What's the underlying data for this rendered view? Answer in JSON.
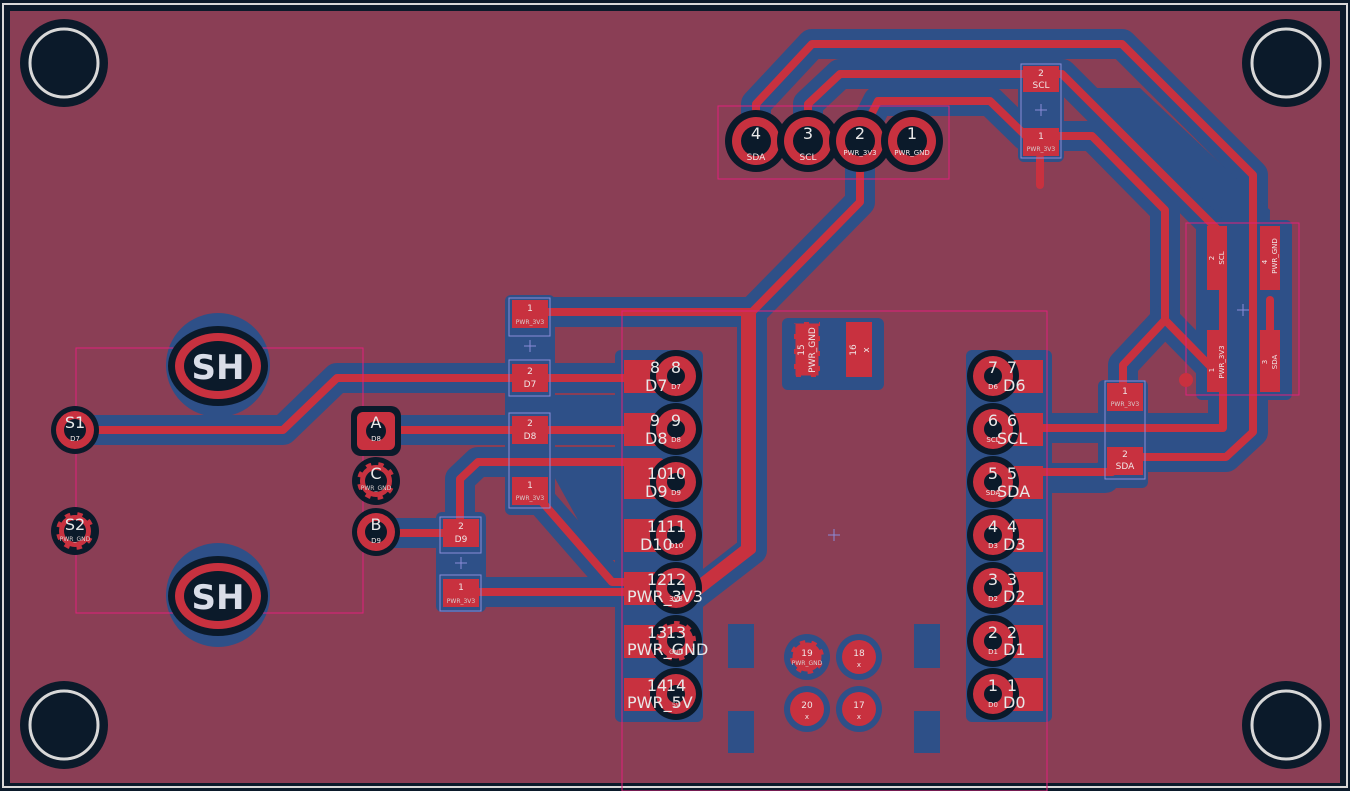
{
  "colors": {
    "board": "#8a3e55",
    "copper": "#c8313f",
    "keepout": "#2e5088",
    "edge": "#0b1a2a",
    "outline": "#d8d8d8",
    "silk": "#e0207a",
    "drill": "#0b1a2a",
    "hole_ring": "#d8d8d8"
  },
  "header": {
    "pins": [
      {
        "num": "4",
        "name": "SDA"
      },
      {
        "num": "3",
        "name": "SCL"
      },
      {
        "num": "2",
        "name": "PWR_3V3"
      },
      {
        "num": "1",
        "name": "PWR_GND"
      }
    ]
  },
  "jumper_top": {
    "pad2": {
      "num": "2",
      "net": "SCL"
    },
    "pad1": {
      "num": "1",
      "net": "PWR_3V3"
    }
  },
  "connector_right": {
    "pads": [
      {
        "num": "2",
        "net": "SCL"
      },
      {
        "num": "4",
        "net": "PWR_GND"
      },
      {
        "num": "1",
        "net": "PWR_3V3"
      },
      {
        "num": "3",
        "net": "SDA"
      }
    ]
  },
  "jumper_right": {
    "pad1": {
      "num": "1",
      "net": "PWR_3V3"
    },
    "pad2": {
      "num": "2",
      "net": "SDA"
    }
  },
  "resistors": [
    {
      "pad1": {
        "num": "1",
        "net": "PWR_3V3"
      },
      "pad2": {
        "num": "2",
        "net": "D7"
      }
    },
    {
      "pad1": {
        "num": "1",
        "net": "PWR_3V3"
      },
      "pad2": {
        "num": "2",
        "net": "D8"
      }
    },
    {
      "pad1": {
        "num": "1",
        "net": "PWR_3V3"
      },
      "pad2": {
        "num": "2",
        "net": "D9"
      }
    }
  ],
  "encoder": {
    "shield_label": "SH",
    "switch_pins": [
      {
        "num": "S1",
        "net": "D7"
      },
      {
        "num": "S2",
        "net": "PWR_GND"
      }
    ],
    "encoder_pins": [
      {
        "num": "A",
        "net": "D8"
      },
      {
        "num": "C",
        "net": "PWR_GND"
      },
      {
        "num": "B",
        "net": "D9"
      }
    ]
  },
  "mcu": {
    "left_pins": [
      {
        "num": "8",
        "net": "D7",
        "pad": "D7"
      },
      {
        "num": "9",
        "net": "D8",
        "pad": "D8"
      },
      {
        "num": "10",
        "net": "D9",
        "pad": "D9"
      },
      {
        "num": "11",
        "net": "D10",
        "pad": "D10"
      },
      {
        "num": "12",
        "net": "PWR_3V3",
        "pad": "3V3"
      },
      {
        "num": "13",
        "net": "PWR_GND",
        "pad": "GND"
      },
      {
        "num": "14",
        "net": "PWR_5V",
        "pad": "5V"
      }
    ],
    "right_pins": [
      {
        "num": "7",
        "net": "D6",
        "pad": "D6"
      },
      {
        "num": "6",
        "net": "SCL",
        "pad": "SCL"
      },
      {
        "num": "5",
        "net": "SDA",
        "pad": "SDA"
      },
      {
        "num": "4",
        "net": "D3",
        "pad": "D3"
      },
      {
        "num": "3",
        "net": "D2",
        "pad": "D2"
      },
      {
        "num": "2",
        "net": "D1",
        "pad": "D1"
      },
      {
        "num": "1",
        "net": "D0",
        "pad": "D0"
      }
    ],
    "top_pads": [
      {
        "num": "15",
        "net": "PWR_GND"
      },
      {
        "num": "16",
        "net": "x"
      }
    ],
    "bottom_pads": [
      {
        "num": "19",
        "net": "PWR_GND"
      },
      {
        "num": "18",
        "net": "x"
      },
      {
        "num": "20",
        "net": "x"
      },
      {
        "num": "17",
        "net": "x"
      }
    ]
  }
}
